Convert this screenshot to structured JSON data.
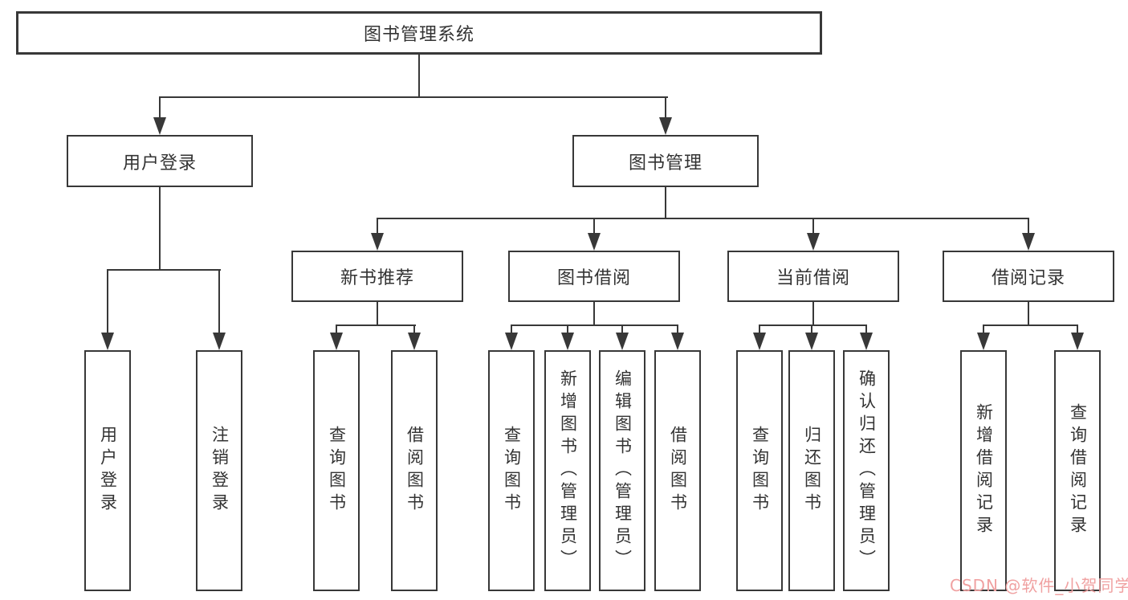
{
  "diagram_type": "hierarchy-tree",
  "colors": {
    "line": "#383838",
    "box_border": "#383838",
    "box_fill": "#ffffff",
    "text": "#333333",
    "watermark": "#f0a1a1"
  },
  "tree": {
    "label": "图书管理系统",
    "children": [
      {
        "label": "用户登录",
        "children": [
          {
            "label": "用户登录"
          },
          {
            "label": "注销登录"
          }
        ]
      },
      {
        "label": "图书管理",
        "children": [
          {
            "label": "新书推荐",
            "children": [
              {
                "label": "查询图书"
              },
              {
                "label": "借阅图书"
              }
            ]
          },
          {
            "label": "图书借阅",
            "children": [
              {
                "label": "查询图书"
              },
              {
                "label": "新增图书（管理员）"
              },
              {
                "label": "编辑图书（管理员）"
              },
              {
                "label": "借阅图书"
              }
            ]
          },
          {
            "label": "当前借阅",
            "children": [
              {
                "label": "查询图书"
              },
              {
                "label": "归还图书"
              },
              {
                "label": "确认归还（管理员）"
              }
            ]
          },
          {
            "label": "借阅记录",
            "children": [
              {
                "label": "新增借阅记录"
              },
              {
                "label": "查询借阅记录"
              }
            ]
          }
        ]
      }
    ]
  },
  "watermark": {
    "text": "CSDN @软件_小贺同学"
  }
}
